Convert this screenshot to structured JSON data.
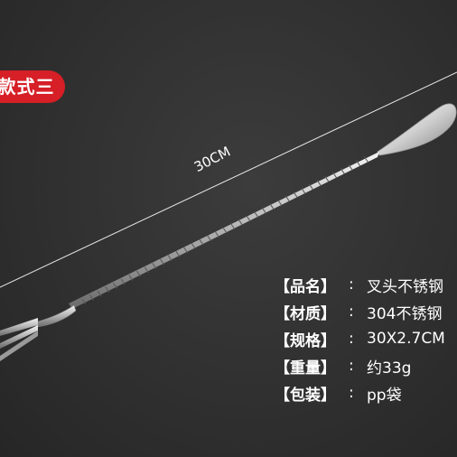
{
  "badge": "款式三",
  "dimension_label": "30CM",
  "specs": [
    {
      "label": "【品名】",
      "separator": ":",
      "value": "叉头不锈钢"
    },
    {
      "label": "【材质】",
      "separator": ":",
      "value": "304不锈钢"
    },
    {
      "label": "【规格】",
      "separator": ":",
      "value": "30X2.7CM"
    },
    {
      "label": "【重量】",
      "separator": ":",
      "value": "约33g"
    },
    {
      "label": "【包装】",
      "separator": ":",
      "value": "pp袋"
    }
  ]
}
